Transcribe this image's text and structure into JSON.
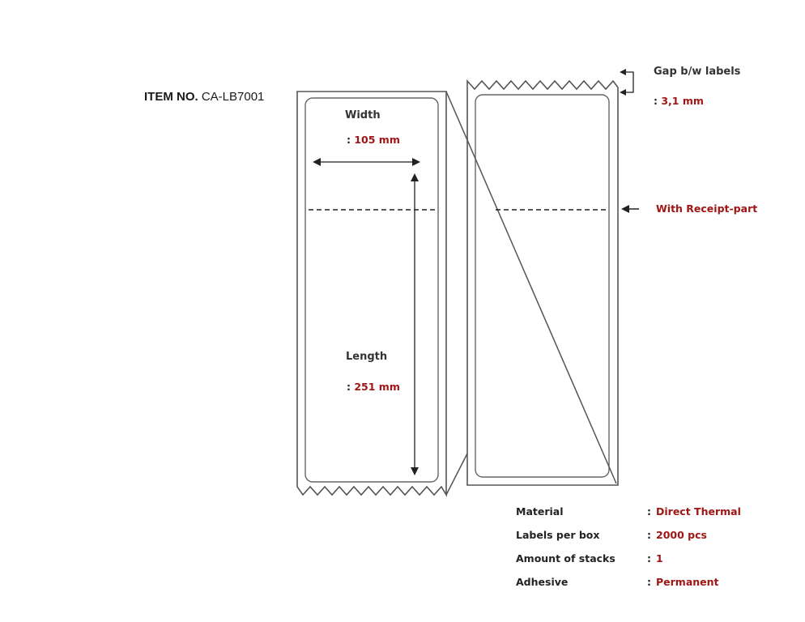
{
  "item": {
    "prefix": "ITEM NO.",
    "number": "CA-LB7001"
  },
  "dimensions": {
    "width_label": "Width",
    "width_value": "105 mm",
    "length_label": "Length",
    "length_value": "251 mm",
    "gap_label": "Gap b/w labels",
    "gap_value": "3,1 mm",
    "receipt_label": "With Receipt-part",
    "colon": ":"
  },
  "specs": [
    {
      "key": "Material",
      "value": "Direct Thermal"
    },
    {
      "key": "Labels per box",
      "value": "2000 pcs"
    },
    {
      "key": "Amount of stacks",
      "value": "1"
    },
    {
      "key": "Adhesive",
      "value": "Permanent"
    }
  ],
  "colors": {
    "accent": "#a01515",
    "line": "#555555",
    "text": "#1a1a1a"
  }
}
